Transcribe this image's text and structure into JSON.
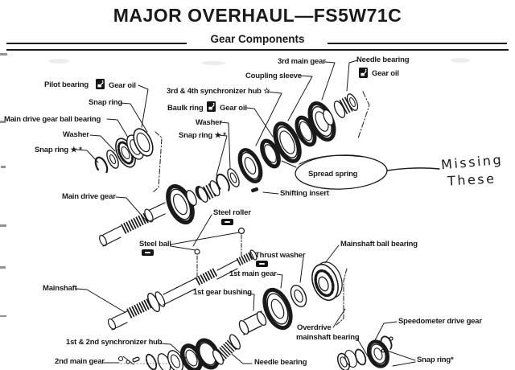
{
  "page": {
    "title": "MAJOR OVERHAUL—FS5W71C",
    "section": "Gear Components"
  },
  "colors": {
    "ink": "#1a1a1a",
    "paper": "#ffffff"
  },
  "icons": {
    "gear_oil": "oil-can-icon",
    "lubricant": "grease-icon"
  },
  "labels": {
    "pilot_bearing": "Pilot bearing",
    "gear_oil": "Gear oil",
    "snap_ring": "Snap ring",
    "main_drive_gear_ball_bearing": "Main drive gear ball bearing",
    "washer": "Washer",
    "snap_ring_starred": "Snap ring ★ *",
    "sync_hub_3_4": "3rd & 4th synchronizer hub ☆",
    "baulk_ring": "Baulk ring",
    "coupling_sleeve": "Coupling sleeve",
    "third_main_gear": "3rd main gear",
    "needle_bearing": "Needle bearing",
    "spread_spring": "Spread spring",
    "shifting_insert": "Shifting insert",
    "main_drive_gear": "Main drive gear",
    "steel_roller": "Steel roller",
    "steel_ball": "Steel ball",
    "mainshaft": "Mainshaft",
    "thrust_washer": "Thrust washer",
    "first_main_gear": "1st main gear",
    "first_gear_bushing": "1st gear bushing",
    "mainshaft_ball_bearing": "Mainshaft ball bearing",
    "overdrive_line1": "Overdrive",
    "overdrive_line2": "mainshaft bearing",
    "sync_hub_1_2": "1st & 2nd synchronizer hub",
    "second_main_gear": "2nd main gear",
    "speedometer_drive_gear": "Speedometer drive gear",
    "snap_ring_asterisk": "Snap ring*"
  },
  "handwriting": {
    "line1": "Missing",
    "line2": "These"
  }
}
